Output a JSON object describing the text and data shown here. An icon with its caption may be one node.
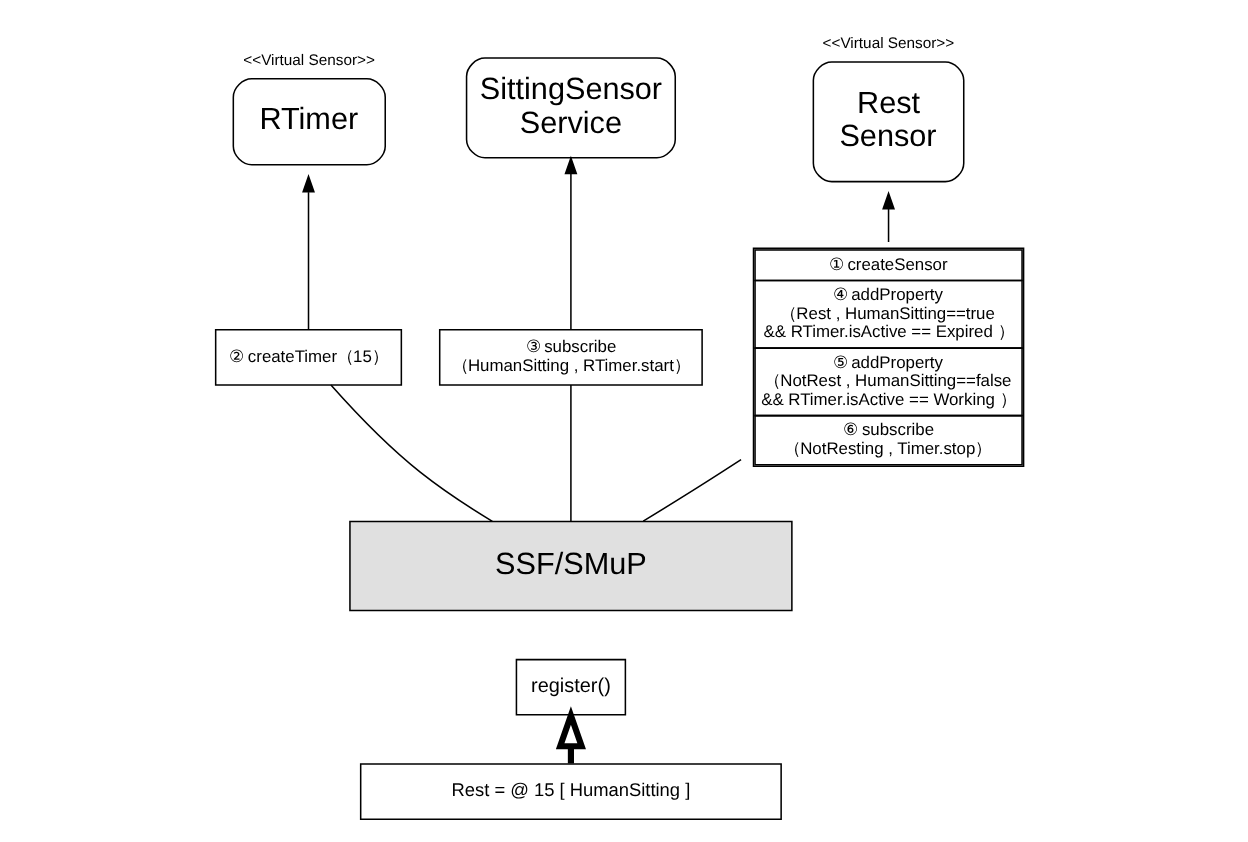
{
  "diagram": {
    "nodes": [
      {
        "text": [
          "RTimer"
        ],
        "beside": [
          "<<Virtual Sensor>>"
        ]
      },
      {
        "text": [
          "SittingSensor Service"
        ]
      },
      {
        "text": [
          "Rest Sensor"
        ],
        "beside": [
          "<<Virtual Sensor>>"
        ]
      },
      {
        "text": [
          "② createTimer（15）"
        ]
      },
      {
        "text": [
          "③ subscribe （HumanSitting , RTimer.start）"
        ]
      },
      {
        "text": [
          "① createSensor",
          "④ addProperty （Rest , HumanSitting==true && RTimer.isActive == Expired ）",
          "⑤ addProperty （NotRest , HumanSitting==false && RTimer.isActive == Working ）",
          "⑥ subscribe （NotResting , Timer.stop）"
        ]
      },
      {
        "text": [
          "SSF/SMuP"
        ]
      },
      {
        "text": [
          "register()"
        ]
      },
      {
        "text": [
          "Rest = @ 15 [ HumanSitting ]"
        ]
      }
    ],
    "edges": [
      {
        "from": 6,
        "to": 3,
        "arrow": "none"
      },
      {
        "from": 3,
        "to": 0,
        "arrow": "to"
      },
      {
        "from": 6,
        "to": 4,
        "arrow": "none"
      },
      {
        "from": 4,
        "to": 1,
        "arrow": "to"
      },
      {
        "from": 6,
        "to": 5,
        "arrow": "none"
      },
      {
        "from": 5,
        "to": 2,
        "arrow": "to"
      },
      {
        "from": 8,
        "to": 7,
        "arrow": "to",
        "style": "thick"
      }
    ]
  }
}
